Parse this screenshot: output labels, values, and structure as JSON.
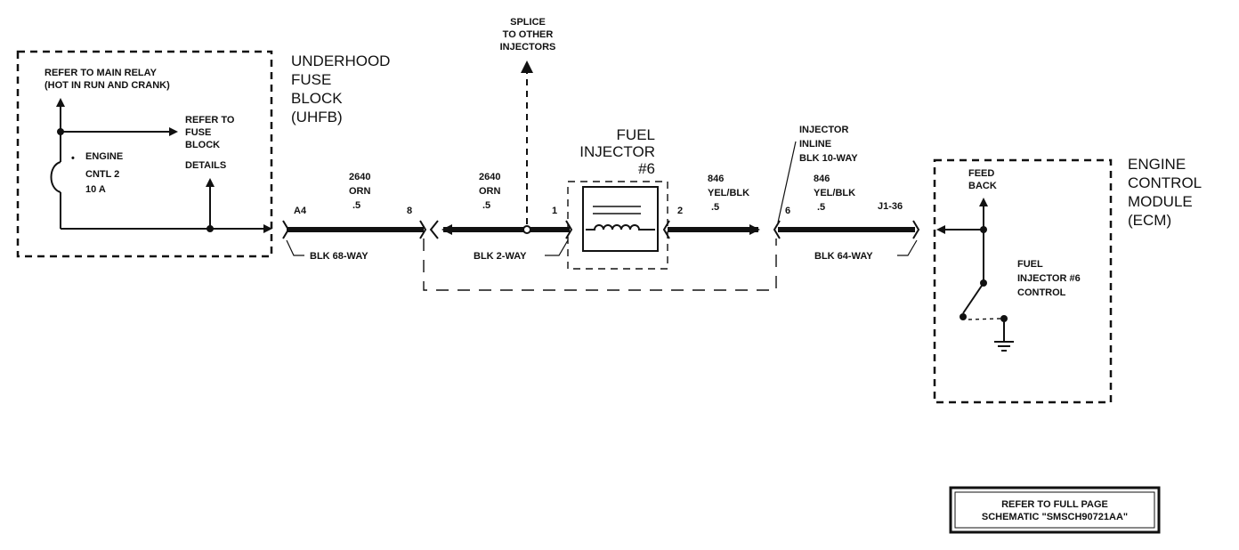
{
  "uhfb": {
    "title_lines": [
      "UNDERHOOD",
      "FUSE",
      "BLOCK",
      "(UHFB)"
    ],
    "relay_lines": [
      "REFER TO MAIN RELAY",
      "(HOT IN RUN AND CRANK)"
    ],
    "fuse_details_lines": [
      "REFER TO",
      "FUSE",
      "BLOCK",
      "DETAILS"
    ],
    "fuse_lines": [
      "ENGINE",
      "CNTL 2",
      "10 A"
    ]
  },
  "splice": {
    "lines": [
      "SPLICE",
      "TO OTHER",
      "INJECTORS"
    ]
  },
  "injector": {
    "lines": [
      "FUEL",
      "INJECTOR",
      "#6"
    ]
  },
  "inline": {
    "lines": [
      "INJECTOR",
      "INLINE",
      "BLK 10-WAY"
    ]
  },
  "ecm": {
    "title_lines": [
      "ENGINE",
      "CONTROL",
      "MODULE",
      "(ECM)"
    ],
    "feedback_lines": [
      "FEED",
      "BACK"
    ],
    "control_lines": [
      "FUEL",
      "INJECTOR #6",
      "CONTROL"
    ]
  },
  "circuits": {
    "c1": [
      "2640",
      "ORN",
      ".5"
    ],
    "c2": [
      "2640",
      "ORN",
      ".5"
    ],
    "c3": [
      "846",
      "YEL/BLK",
      ".5"
    ],
    "c4": [
      "846",
      "YEL/BLK",
      ".5"
    ]
  },
  "pins": {
    "a4": "A4",
    "p8": "8",
    "p1": "1",
    "p2": "2",
    "p6": "6",
    "j1": "J1-36"
  },
  "connectors": {
    "c68": "BLK 68-WAY",
    "c2w": "BLK 2-WAY",
    "c64": "BLK 64-WAY"
  },
  "refer_box": {
    "lines": [
      "REFER TO FULL PAGE",
      "SCHEMATIC \"SMSCH90721AA\""
    ]
  }
}
